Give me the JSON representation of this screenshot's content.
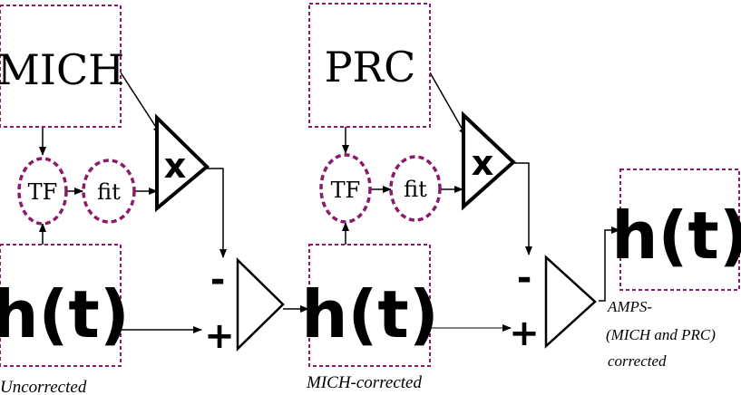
{
  "boxes": {
    "mich_label": "MICH",
    "prc_label": "PRC",
    "h_uncorrected": "h(t)",
    "h_mich_corrected": "h(t)",
    "h_final": "h(t)"
  },
  "stage1": {
    "tf_label": "TF",
    "fit_label": "fit",
    "multiply_label": "x"
  },
  "stage2": {
    "tf_label": "TF",
    "fit_label": "fit",
    "multiply_label": "x"
  },
  "adders": {
    "minus_sign": "-",
    "plus_sign": "+"
  },
  "captions": {
    "uncorrected": "Uncorrected",
    "mich_corrected": "MICH-corrected",
    "amps_line1": "AMPS-",
    "amps_line2": "(MICH and PRC)",
    "amps_line3": "corrected"
  },
  "colors": {
    "box_border": "#8b1a6b",
    "ink": "#000000"
  }
}
